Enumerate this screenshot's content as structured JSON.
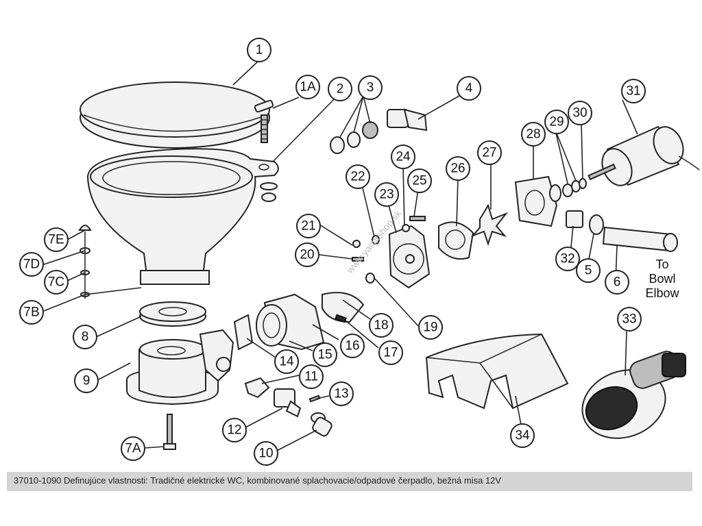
{
  "diagram": {
    "callouts": [
      "1",
      "1A",
      "2",
      "3",
      "4",
      "31",
      "30",
      "29",
      "28",
      "27",
      "26",
      "25",
      "24",
      "23",
      "22",
      "21",
      "20",
      "7E",
      "7D",
      "7C",
      "7B",
      "8",
      "9",
      "7A",
      "18",
      "19",
      "17",
      "16",
      "15",
      "14",
      "11",
      "13",
      "12",
      "10",
      "32",
      "5",
      "6",
      "33",
      "34"
    ],
    "note_lines": [
      "To",
      "Bowl",
      "Elbow"
    ],
    "watermark": "www.yachtshop.sk"
  },
  "caption": "37010-1090 Definujúce vlastnosti: Tradičné elektrické WC, kombinované splachovacie/odpadové čerpadlo, bežná misa 12V"
}
